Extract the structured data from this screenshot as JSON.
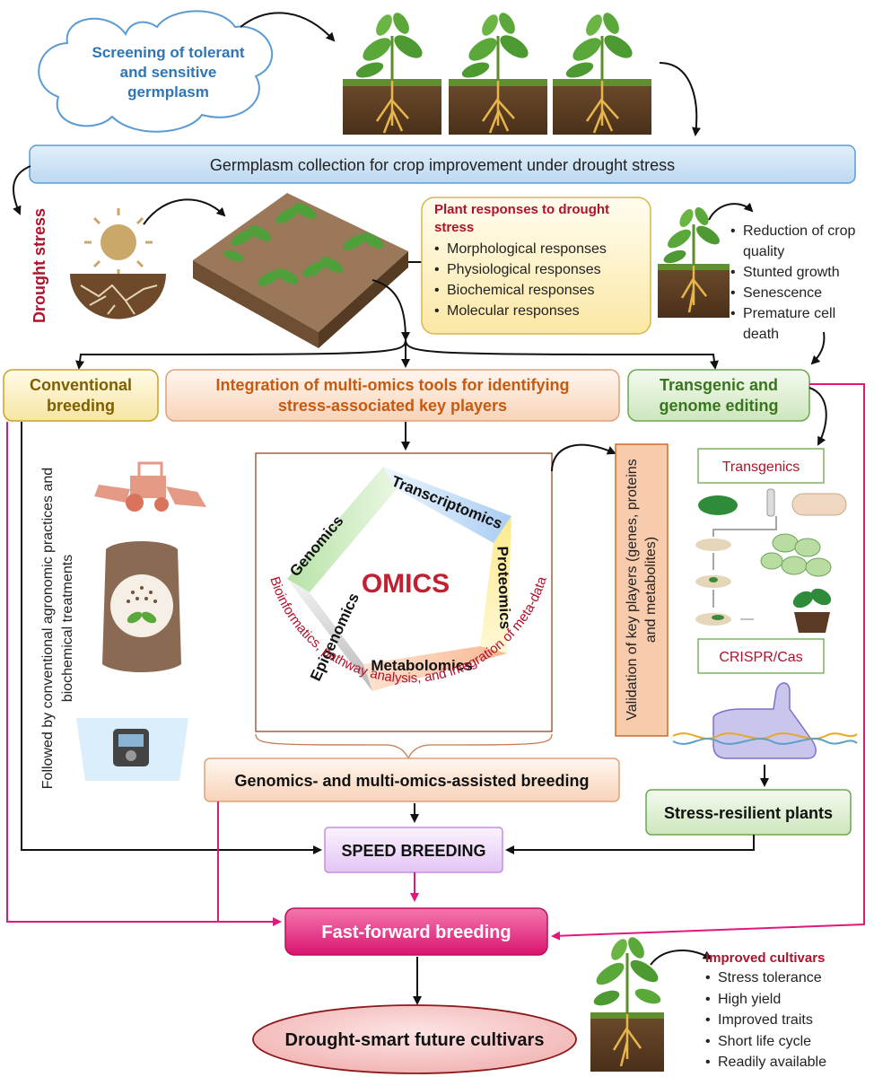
{
  "screening": "Screening of tolerant and sensitive germplasm",
  "germplasm_banner": "Germplasm collection for crop improvement under drought stress",
  "drought_stress": "Drought stress",
  "plant_responses": {
    "title": "Plant responses to drought stress",
    "items": [
      "Morphological responses",
      "Physiological responses",
      "Biochemical responses",
      "Molecular responses"
    ]
  },
  "effects": [
    "Reduction of crop quality",
    "Stunted growth",
    "Senescence",
    "Premature cell death"
  ],
  "conventional": "Conventional breeding",
  "integration": "Integration of multi-omics tools for identifying stress-associated key players",
  "transgenic": "Transgenic and genome editing",
  "followed_by": "Followed by conventional agronomic practices and biochemical treatments",
  "omics": {
    "center": "OMICS",
    "segments": [
      "Genomics",
      "Transcriptomics",
      "Proteomics",
      "Metabolomics",
      "Epigenomics"
    ],
    "arc_text": "Bioinformatics, pathway analysis, and integration of meta-data"
  },
  "validation": "Validation of key players (genes, proteins and metabolites)",
  "transgenics_label": "Transgenics",
  "crispr_label": "CRISPR/Cas",
  "multiomics_breeding": "Genomics- and multi-omics-assisted breeding",
  "stress_resilient": "Stress-resilient plants",
  "speed_breeding": "SPEED BREEDING",
  "fast_forward": "Fast-forward breeding",
  "future_cultivars": "Drought-smart future cultivars",
  "improved": {
    "title": "Improved cultivars",
    "items": [
      "Stress tolerance",
      "High yield",
      "Improved traits",
      "Short life cycle",
      "Readily available"
    ]
  },
  "colors": {
    "accent_red": "#b0122b",
    "blue_text": "#2e75b6",
    "magenta": "#e0187a",
    "olive": "#7f6000",
    "orange": "#c55a11",
    "green": "#38761d"
  }
}
